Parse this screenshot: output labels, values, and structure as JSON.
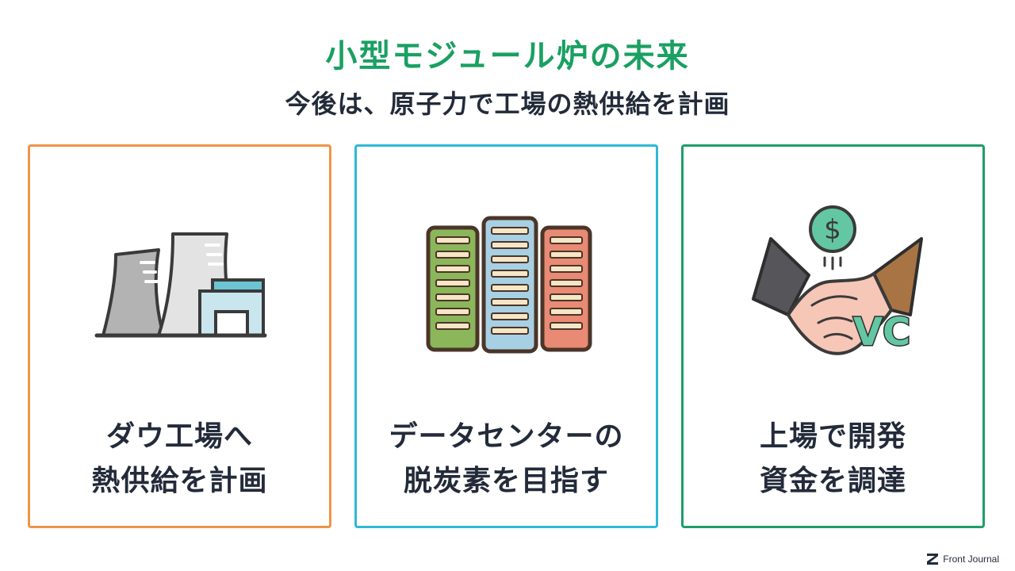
{
  "title": "小型モジュール炉の未来",
  "subtitle": "今後は、原子力で工場の熱供給を計画",
  "cards": [
    {
      "line1": "ダウ工場へ",
      "line2": "熱供給を計画",
      "icon": "power-plant-icon",
      "border_color": "#ef9447"
    },
    {
      "line1": "データセンターの",
      "line2": "脱炭素を目指す",
      "icon": "server-rack-icon",
      "border_color": "#2fb8d6"
    },
    {
      "line1": "上場で開発",
      "line2": "資金を調達",
      "icon": "handshake-icon",
      "border_color": "#1e9e68"
    }
  ],
  "handshake_badge": "VC",
  "coin_symbol": "$",
  "brand": {
    "name": "Front Journal",
    "icon": "front-journal-logo-icon"
  },
  "colors": {
    "title": "#1aa062",
    "text": "#232b3a"
  }
}
